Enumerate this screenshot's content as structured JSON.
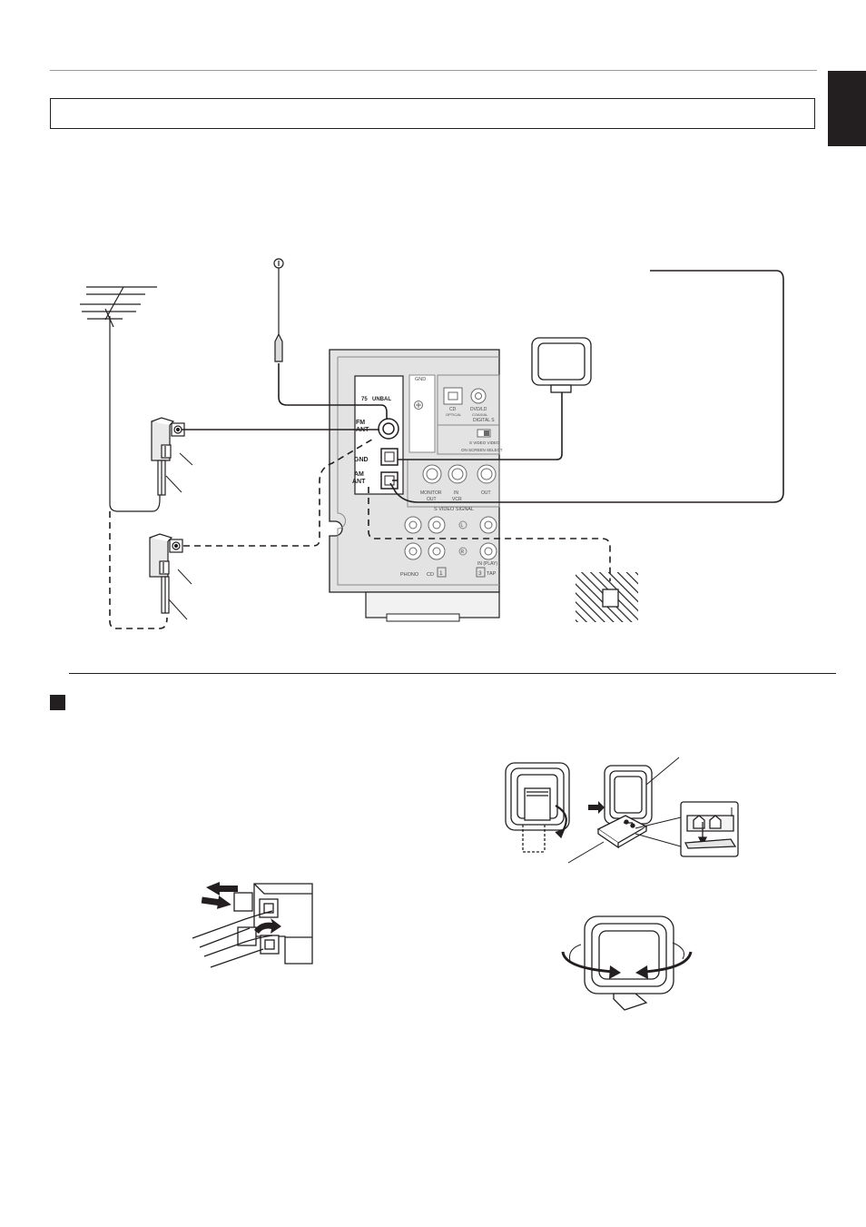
{
  "panel": {
    "fm_ant_impedance": "75",
    "fm_ant_unbal": "UNBAL",
    "fm_label_1": "FM",
    "fm_label_2": "ANT",
    "gnd_label": "GND",
    "am_label_1": "AM",
    "am_label_2": "ANT",
    "gnd_top_label": "GND",
    "cd_label": "CD",
    "optical_label": "OPTICAL",
    "dvd_ld_label": "DVD/LD",
    "coaxial_label": "COAXIAL",
    "digital_label": "DIGITAL S",
    "svideo_video_label": "S VIDEO  VIDEO",
    "on_screen_label": "ON SCREEN SELECT",
    "monitor_label": "MONITOR",
    "out_label": "OUT",
    "in_label": "IN",
    "vcr_label": "VCR",
    "out2_label": "OUT",
    "svideo_signal_label": "S VIDEO SIGNAL",
    "left_mark": "L",
    "right_mark": "R",
    "phono_label": "PHONO",
    "cd2_label": "CD",
    "cd2_num": "1",
    "in_play_label": "IN (PLAY)",
    "tape_num": "3",
    "tape_label": "TAP"
  },
  "colors": {
    "ink": "#231f20",
    "black_tab": "#231f20",
    "panel_gray": "#d9d9d9",
    "hatch": "#231f20"
  }
}
